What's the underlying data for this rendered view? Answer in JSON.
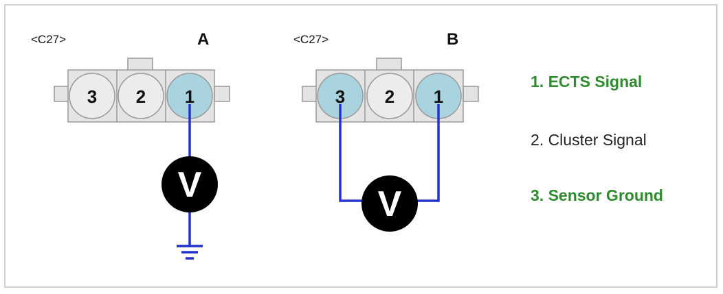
{
  "panel_a": {
    "connector": "<C27>",
    "label": "A",
    "pins": [
      "3",
      "2",
      "1"
    ],
    "meter": "V"
  },
  "panel_b": {
    "connector": "<C27>",
    "label": "B",
    "pins": [
      "3",
      "2",
      "1"
    ],
    "meter": "V"
  },
  "legend": [
    {
      "text": "1. ECTS Signal",
      "highlighted": true
    },
    {
      "text": "2. Cluster Signal",
      "highlighted": false
    },
    {
      "text": "3. Sensor Ground",
      "highlighted": true
    }
  ],
  "colors": {
    "wire": "#2233cc",
    "pin_highlight": "#a9d3de",
    "pin_normal": "#ececec",
    "legend_highlight": "#2e8b2e"
  }
}
